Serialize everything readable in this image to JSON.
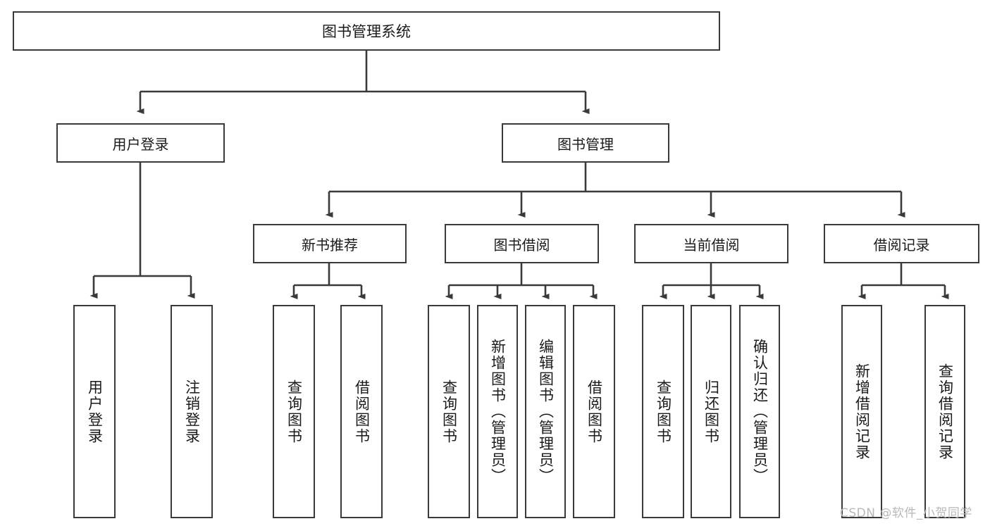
{
  "diagram": {
    "title": "图书管理系统",
    "type": "tree",
    "root": {
      "id": "root",
      "label": "图书管理系统"
    },
    "level2": [
      {
        "id": "user-login",
        "label": "用户登录"
      },
      {
        "id": "book-manage",
        "label": "图书管理"
      }
    ],
    "level3": [
      {
        "id": "new-book-rec",
        "label": "新书推荐",
        "parent": "book-manage"
      },
      {
        "id": "book-borrow",
        "label": "图书借阅",
        "parent": "book-manage"
      },
      {
        "id": "current-borrow",
        "label": "当前借阅",
        "parent": "book-manage"
      },
      {
        "id": "borrow-record",
        "label": "借阅记录",
        "parent": "book-manage"
      }
    ],
    "leaves": [
      {
        "id": "leaf-user-login",
        "label": "用户登录",
        "parent": "user-login"
      },
      {
        "id": "leaf-logout",
        "label": "注销登录",
        "parent": "user-login"
      },
      {
        "id": "leaf-query-book-1",
        "label": "查询图书",
        "parent": "new-book-rec"
      },
      {
        "id": "leaf-borrow-book-1",
        "label": "借阅图书",
        "parent": "new-book-rec"
      },
      {
        "id": "leaf-query-book-2",
        "label": "查询图书",
        "parent": "book-borrow"
      },
      {
        "id": "leaf-add-book",
        "label": "新增图书（管理员）",
        "parent": "book-borrow"
      },
      {
        "id": "leaf-edit-book",
        "label": "编辑图书（管理员）",
        "parent": "book-borrow"
      },
      {
        "id": "leaf-borrow-book-2",
        "label": "借阅图书",
        "parent": "book-borrow"
      },
      {
        "id": "leaf-query-book-3",
        "label": "查询图书",
        "parent": "current-borrow"
      },
      {
        "id": "leaf-return-book",
        "label": "归还图书",
        "parent": "current-borrow"
      },
      {
        "id": "leaf-confirm-return",
        "label": "确认归还（管理员）",
        "parent": "current-borrow"
      },
      {
        "id": "leaf-add-record",
        "label": "新增借阅记录",
        "parent": "borrow-record"
      },
      {
        "id": "leaf-query-record",
        "label": "查询借阅记录",
        "parent": "borrow-record"
      }
    ],
    "colors": {
      "stroke": "#3a3a3a",
      "fill": "#ffffff",
      "text": "#1a1a1a",
      "watermark": "#b8b8b8"
    }
  },
  "watermark": {
    "text": "CSDN @软件_小贺同学"
  }
}
